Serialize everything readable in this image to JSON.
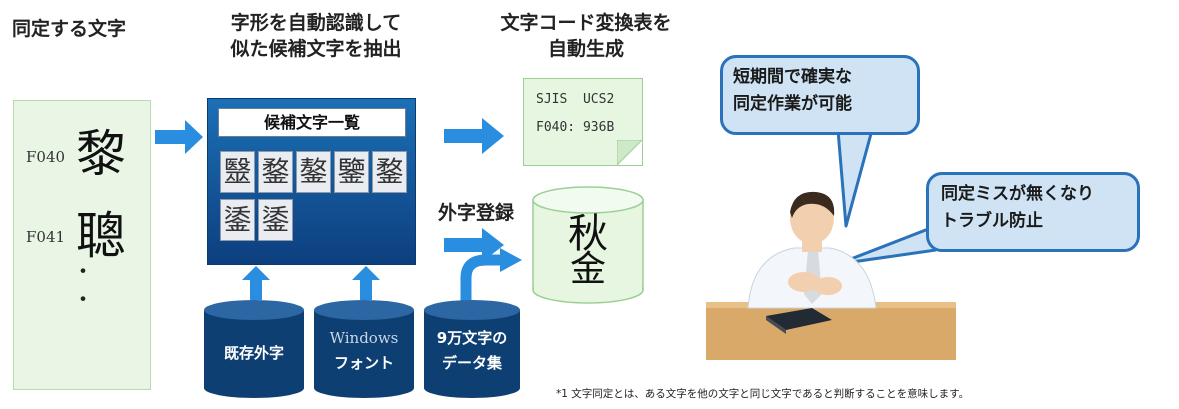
{
  "headers": {
    "col1": "同定する文字",
    "col2_line1": "字形を自動認識して",
    "col2_line2": "似た候補文字を抽出",
    "col3_line1": "文字コード変換表を",
    "col3_line2": "自動生成"
  },
  "source": {
    "items": [
      {
        "code": "F040",
        "char": "黎"
      },
      {
        "code": "F041",
        "char": "聰"
      }
    ],
    "ellipsis": "・"
  },
  "candidates": {
    "title": "候補文字一覧",
    "row1": [
      "毉",
      "鍪",
      "鏊",
      "鑒",
      "鍪"
    ],
    "row2": [
      "鋈",
      "鋈"
    ]
  },
  "sources": [
    {
      "label1": "既存外字",
      "label2": ""
    },
    {
      "label1": "Windows",
      "label2": "フォント"
    },
    {
      "label1": "9万文字の",
      "label2": "データ集"
    }
  ],
  "table": {
    "row1": "SJIS  UCS2",
    "row2": "F040: 936B"
  },
  "gaiji": {
    "label": "外字登録",
    "char_top": "秋",
    "char_bottom": "金"
  },
  "bubbles": {
    "top_line1": "短期間で確実な",
    "top_line2": "同定作業が可能",
    "bottom_line1": "同定ミスが無くなり",
    "bottom_line2": "トラブル防止"
  },
  "footnote": "*1 文字同定とは、ある文字を他の文字と同じ文字であると判断することを意味します。",
  "colors": {
    "accent_blue": "#2a8ee0",
    "dark_navy": "#0e3f73",
    "panel_green": "#e9f6e6"
  }
}
